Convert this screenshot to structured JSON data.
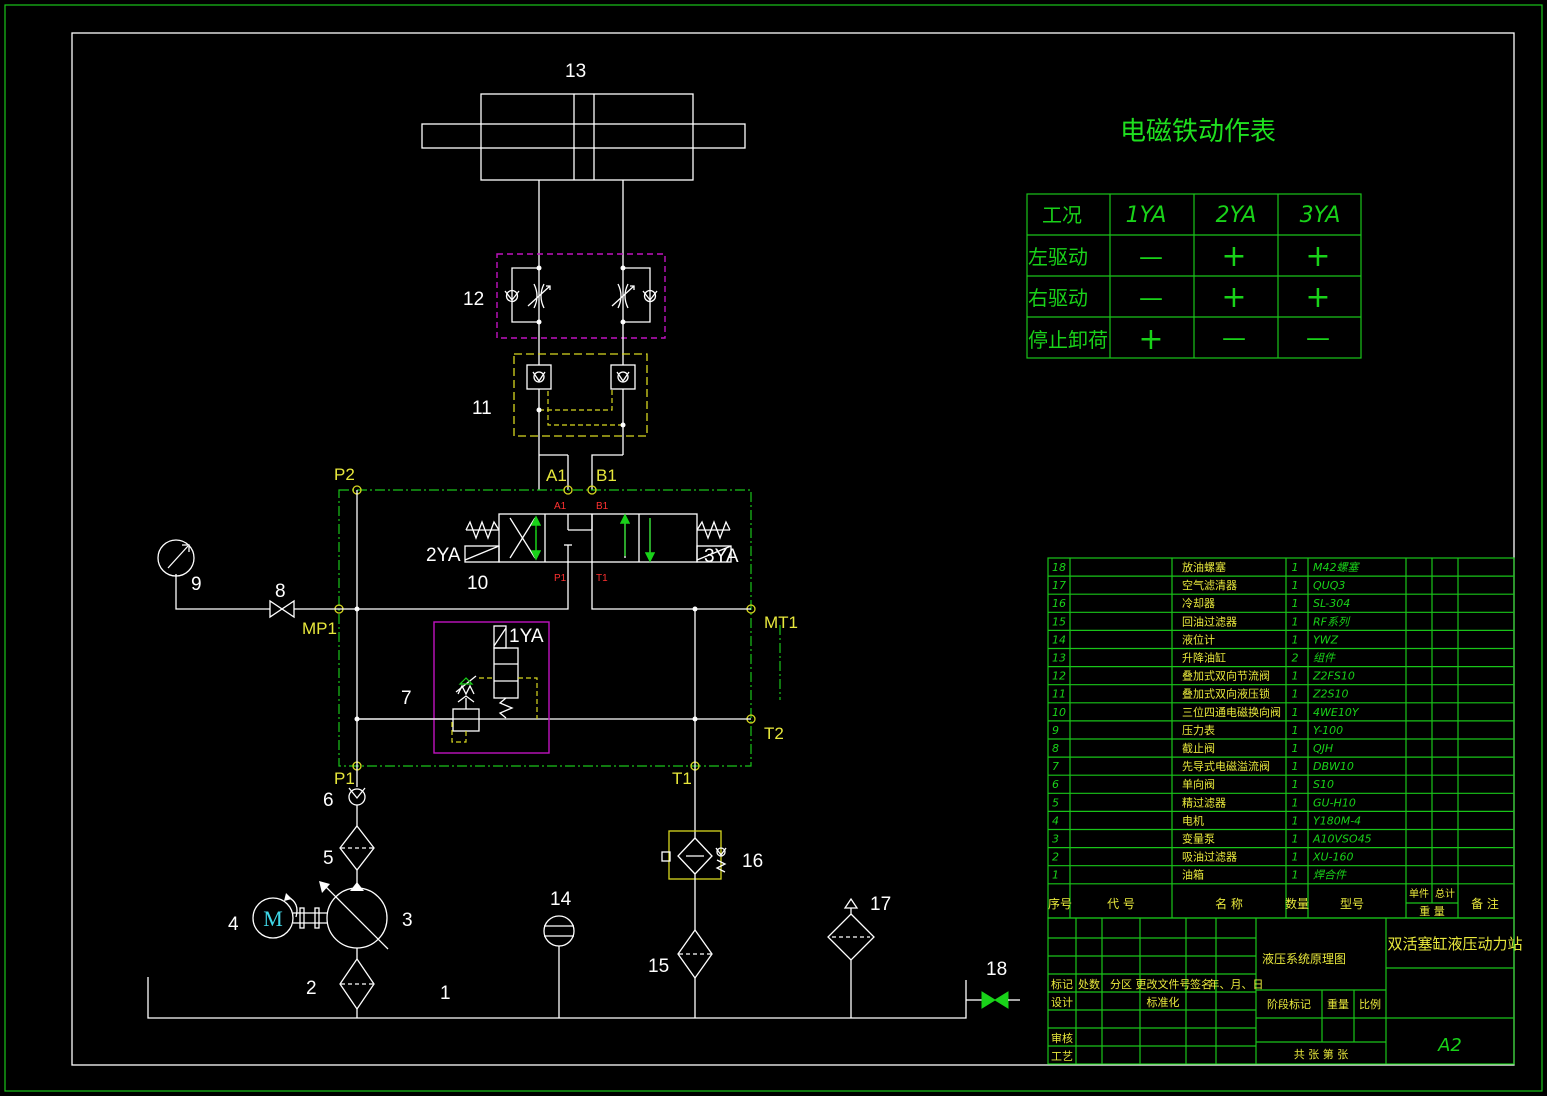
{
  "diagram": {
    "component_labels": [
      "1",
      "2",
      "3",
      "4",
      "5",
      "6",
      "7",
      "8",
      "9",
      "10",
      "11",
      "12",
      "13",
      "14",
      "15",
      "16",
      "17",
      "18"
    ],
    "motor_letter": "M",
    "port_labels": {
      "p2": "P2",
      "a1": "A1",
      "b1": "B1",
      "mp1": "MP1",
      "mt1": "MT1",
      "t2": "T2",
      "p1": "P1",
      "t1": "T1"
    },
    "valve_port_labels": {
      "a1": "A1",
      "b1": "B1",
      "p1": "P1",
      "t1": "T1"
    },
    "solenoid_labels": {
      "s2": "2YA",
      "s3": "3YA",
      "s1": "1YA"
    }
  },
  "solenoid_table": {
    "title": "电磁铁动作表",
    "headers": [
      "工况",
      "1YA",
      "2YA",
      "3YA"
    ],
    "rows": [
      {
        "name": "左驱动",
        "values": [
          "—",
          "+",
          "+"
        ]
      },
      {
        "name": "右驱动",
        "values": [
          "—",
          "+",
          "+"
        ]
      },
      {
        "name": "停止卸荷",
        "values": [
          "+",
          "—",
          "—"
        ]
      }
    ]
  },
  "parts_list": [
    {
      "no": "18",
      "name": "放油螺塞",
      "qty": "1",
      "model": "M42螺塞"
    },
    {
      "no": "17",
      "name": "空气滤清器",
      "qty": "1",
      "model": "QUQ3"
    },
    {
      "no": "16",
      "name": "冷却器",
      "qty": "1",
      "model": "SL-304"
    },
    {
      "no": "15",
      "name": "回油过滤器",
      "qty": "1",
      "model": "RF系列"
    },
    {
      "no": "14",
      "name": "液位计",
      "qty": "1",
      "model": "YWZ"
    },
    {
      "no": "13",
      "name": "升降油缸",
      "qty": "2",
      "model": "组件"
    },
    {
      "no": "12",
      "name": "叠加式双向节流阀",
      "qty": "1",
      "model": "Z2FS10"
    },
    {
      "no": "11",
      "name": "叠加式双向液压锁",
      "qty": "1",
      "model": "Z2S10"
    },
    {
      "no": "10",
      "name": "三位四通电磁换向阀",
      "qty": "1",
      "model": "4WE10Y"
    },
    {
      "no": "9",
      "name": "压力表",
      "qty": "1",
      "model": "Y-100"
    },
    {
      "no": "8",
      "name": "截止阀",
      "qty": "1",
      "model": "QJH"
    },
    {
      "no": "7",
      "name": "先导式电磁溢流阀",
      "qty": "1",
      "model": "DBW10"
    },
    {
      "no": "6",
      "name": "单向阀",
      "qty": "1",
      "model": "S10"
    },
    {
      "no": "5",
      "name": "精过滤器",
      "qty": "1",
      "model": "GU-H10"
    },
    {
      "no": "4",
      "name": "电机",
      "qty": "1",
      "model": "Y180M-4"
    },
    {
      "no": "3",
      "name": "变量泵",
      "qty": "1",
      "model": "A10VSO45"
    },
    {
      "no": "2",
      "name": "吸油过滤器",
      "qty": "1",
      "model": "XU-160"
    },
    {
      "no": "1",
      "name": "油箱",
      "qty": "1",
      "model": "焊合件"
    }
  ],
  "parts_header": {
    "no": "序号",
    "code": "代 号",
    "name": "名 称",
    "qty": "数量",
    "model": "型号",
    "unit": "单件",
    "total": "总计",
    "weight": "重 量",
    "remark": "备 注"
  },
  "title_block": {
    "drawing_name": "液压系统原理图",
    "project": "双活塞缸液压动力站",
    "mark": "标记",
    "count": "处数",
    "zone": "分区",
    "change_doc": "更改文件号",
    "signature": "签名",
    "date": "年、月、日",
    "designer": "设计",
    "standardize": "标准化",
    "stage_mark": "阶段标记",
    "weight": "重量",
    "scale": "比例",
    "review": "审核",
    "process": "工艺",
    "sheets": "共  张  第  张",
    "size": "A2"
  }
}
